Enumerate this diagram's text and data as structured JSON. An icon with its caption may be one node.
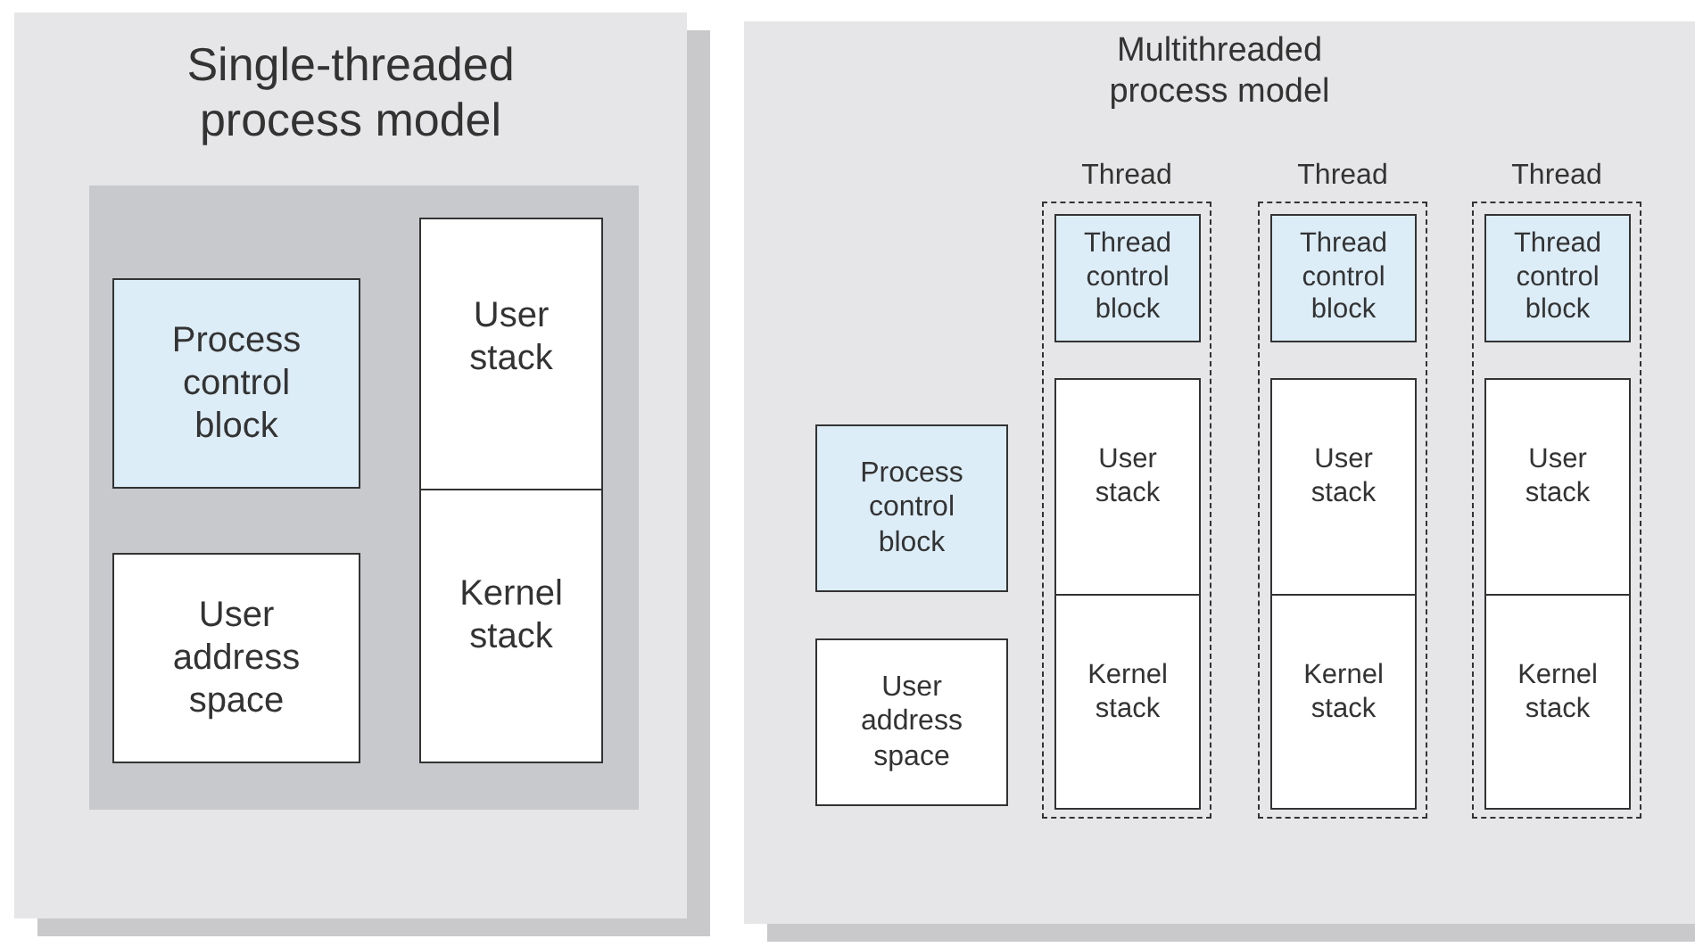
{
  "diagram": {
    "nodes": [
      {
        "text": [
          "Single-threaded process model"
        ]
      },
      {
        "text": [],
        "shape": "box",
        "in": 0
      },
      {
        "text": [
          "Process control block"
        ],
        "in": 1
      },
      {
        "text": [
          "User address space"
        ],
        "in": 1
      },
      {
        "text": [
          "User stack"
        ],
        "in": 1
      },
      {
        "text": [
          "Kernel stack"
        ],
        "in": 1
      },
      {
        "text": [
          "Multithreaded process model"
        ]
      },
      {
        "text": [
          "Process control block"
        ],
        "in": 6
      },
      {
        "text": [
          "User address space"
        ],
        "in": 6
      },
      {
        "text": [
          "Thread"
        ],
        "in": 6
      },
      {
        "text": [
          "Thread control block"
        ],
        "in": 9
      },
      {
        "text": [
          "User stack"
        ],
        "in": 9
      },
      {
        "text": [
          "Kernel stack"
        ],
        "in": 9
      },
      {
        "text": [
          "Thread"
        ],
        "in": 6
      },
      {
        "text": [
          "Thread control block"
        ],
        "in": 13
      },
      {
        "text": [
          "User stack"
        ],
        "in": 13
      },
      {
        "text": [
          "Kernel stack"
        ],
        "in": 13
      },
      {
        "text": [
          "Thread"
        ],
        "in": 6
      },
      {
        "text": [
          "Thread control block"
        ],
        "in": 17
      },
      {
        "text": [
          "User stack"
        ],
        "in": 17
      },
      {
        "text": [
          "Kernel stack"
        ],
        "in": 17
      }
    ]
  }
}
